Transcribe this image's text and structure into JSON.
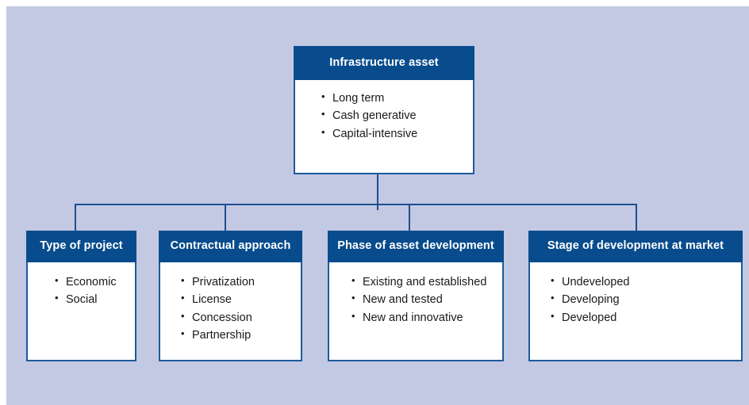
{
  "diagram": {
    "background_color": "#c3c9e3",
    "header_color": "#084c8d",
    "border_color": "#1c5b9c",
    "connector_color": "#1c4f8f",
    "root": {
      "title": "Infrastructure asset",
      "items": [
        "Long term",
        "Cash generative",
        "Capital-intensive"
      ]
    },
    "children": [
      {
        "title": "Type of project",
        "items": [
          "Economic",
          "Social"
        ]
      },
      {
        "title": "Contractual approach",
        "items": [
          "Privatization",
          "License",
          "Concession",
          "Partnership"
        ]
      },
      {
        "title": "Phase of asset development",
        "items": [
          "Existing and established",
          "New and tested",
          "New and innovative"
        ]
      },
      {
        "title": "Stage of development at market",
        "items": [
          "Undeveloped",
          "Developing",
          "Developed"
        ]
      }
    ]
  }
}
